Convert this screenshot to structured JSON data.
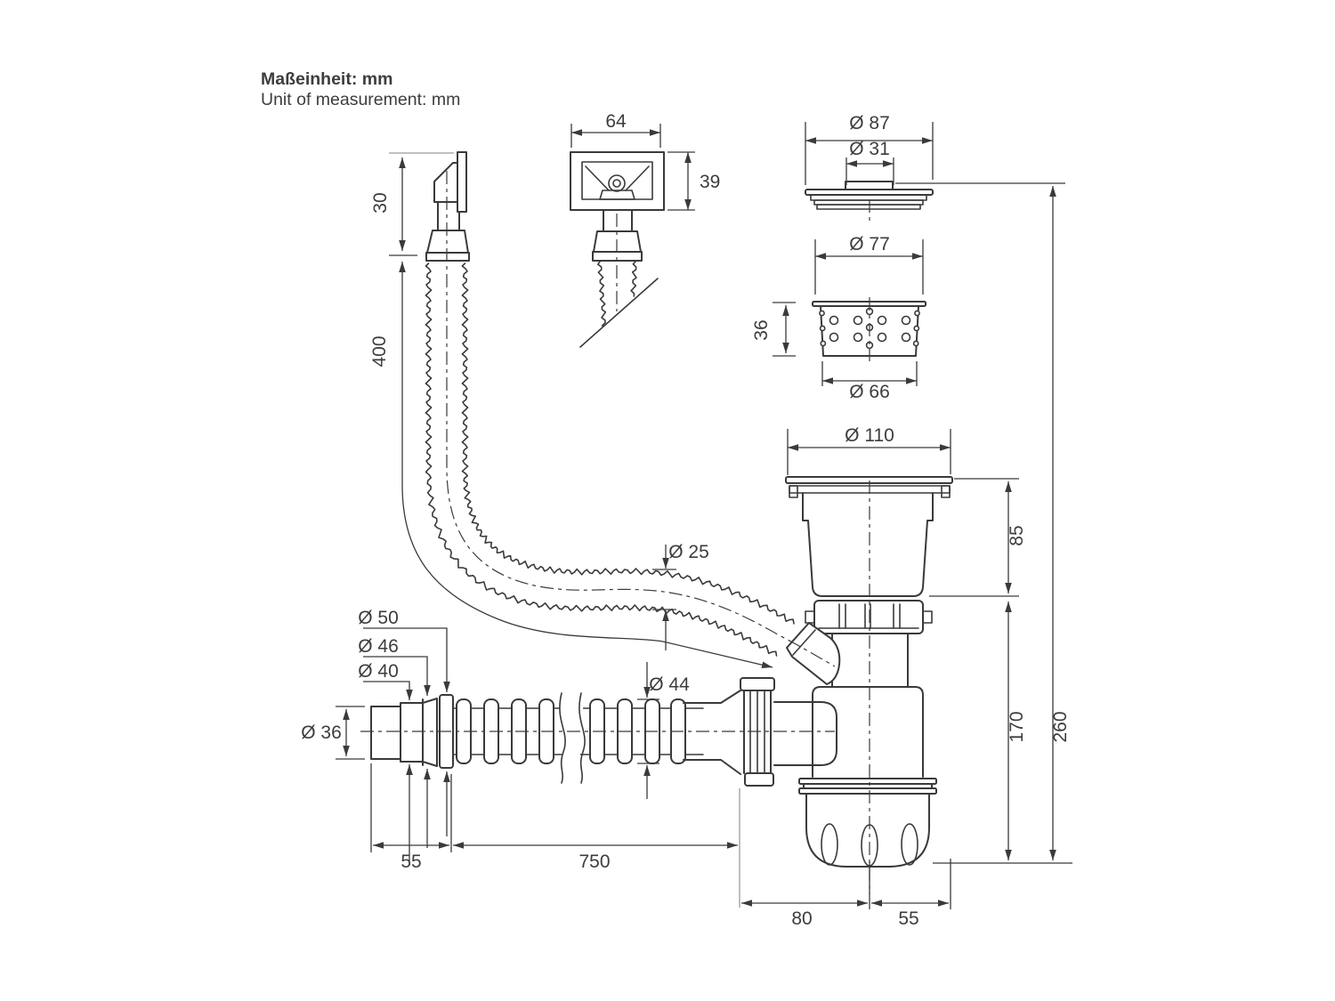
{
  "header": {
    "unit_label_de": "Maßeinheit: mm",
    "unit_label_en": "Unit of measurement: mm"
  },
  "colors": {
    "line": "#3a3a3a",
    "text": "#3d3d3c",
    "background": "#ffffff"
  },
  "dimensions": {
    "overflow_cover_width": "64",
    "overflow_cover_height": "39",
    "overflow_connector_height": "30",
    "overflow_hose_length": "400",
    "overflow_hose_diameter": "Ø 25",
    "cap_outer_diameter": "Ø 87",
    "cap_knob_diameter": "Ø 31",
    "strainer_top_diameter": "Ø 77",
    "strainer_height": "36",
    "strainer_bottom_diameter": "Ø 66",
    "drain_flange_diameter": "Ø 110",
    "drain_body_height": "85",
    "trap_height": "170",
    "total_height": "260",
    "outlet_step_d50": "Ø 50",
    "outlet_step_d46": "Ø 46",
    "outlet_step_d40": "Ø 40",
    "outlet_end_diameter": "Ø 36",
    "outlet_pipe_diameter": "Ø 44",
    "outlet_end_length": "55",
    "outlet_pipe_length": "750",
    "trap_inlet_offset": "80",
    "trap_right_offset": "55"
  }
}
